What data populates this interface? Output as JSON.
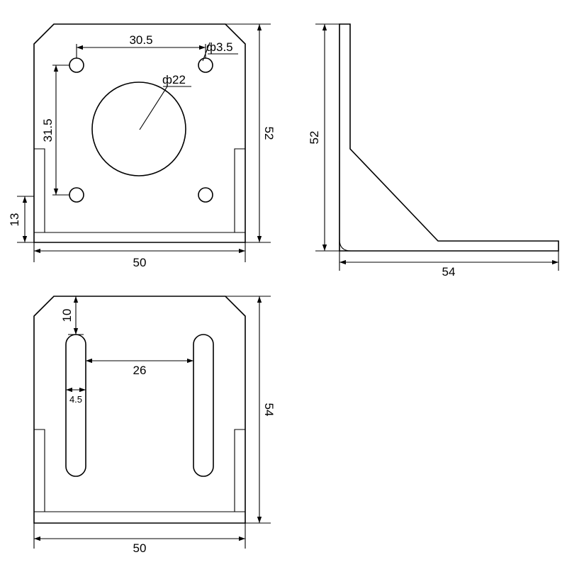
{
  "front_view": {
    "hole_spacing_h": "30.5",
    "hole_spacing_v": "31.5",
    "small_hole_dia": "ф3.5",
    "center_hole_dia": "ф22",
    "height": "52",
    "width": "50",
    "lip_height": "13"
  },
  "side_view": {
    "height": "52",
    "base_length": "54"
  },
  "bottom_view": {
    "top_offset": "10",
    "slot_spacing": "26",
    "slot_width": "4.5",
    "depth": "54",
    "width": "50"
  }
}
